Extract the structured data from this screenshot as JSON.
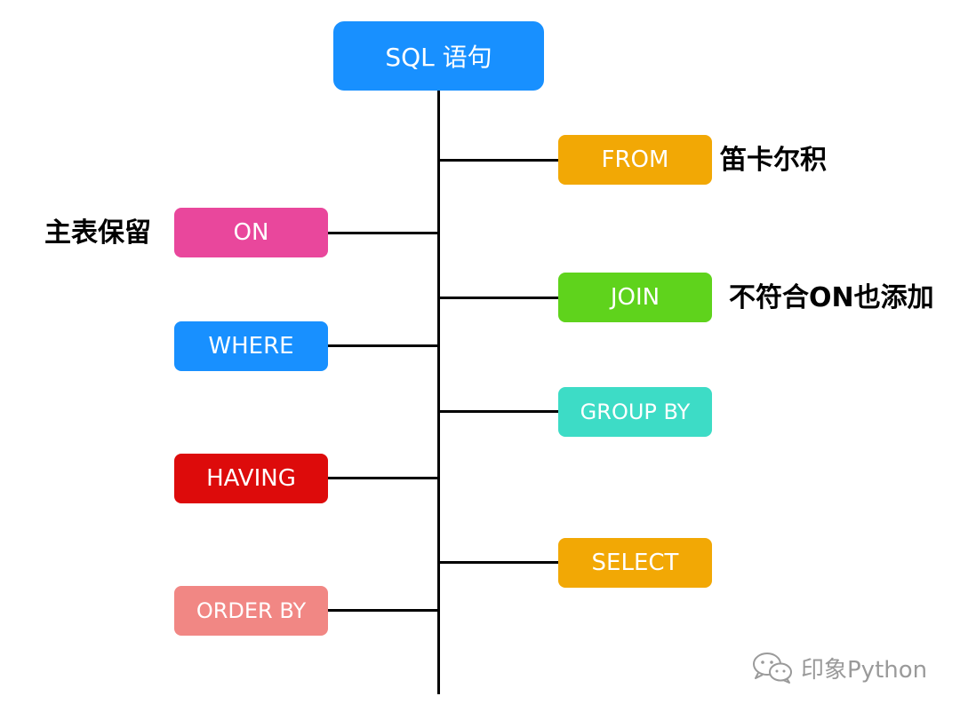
{
  "root": {
    "label": "SQL 语句",
    "color": "#1890ff"
  },
  "right_nodes": [
    {
      "id": "from",
      "label": "FROM",
      "color": "#f2a805"
    },
    {
      "id": "join",
      "label": "JOIN",
      "color": "#5fd31c"
    },
    {
      "id": "group-by",
      "label": "GROUP BY",
      "color": "#3ddcc6"
    },
    {
      "id": "select",
      "label": "SELECT",
      "color": "#f2a805"
    }
  ],
  "left_nodes": [
    {
      "id": "on",
      "label": "ON",
      "color": "#e9479c"
    },
    {
      "id": "where",
      "label": "WHERE",
      "color": "#1890ff"
    },
    {
      "id": "having",
      "label": "HAVING",
      "color": "#dd0b0b"
    },
    {
      "id": "order-by",
      "label": "ORDER BY",
      "color": "#f18784"
    }
  ],
  "annotations": {
    "from_note": "笛卡尔积",
    "on_note": "主表保留",
    "join_note": "不符合ON也添加"
  },
  "watermark": {
    "text": "印象Python",
    "icon": "wechat-icon"
  }
}
